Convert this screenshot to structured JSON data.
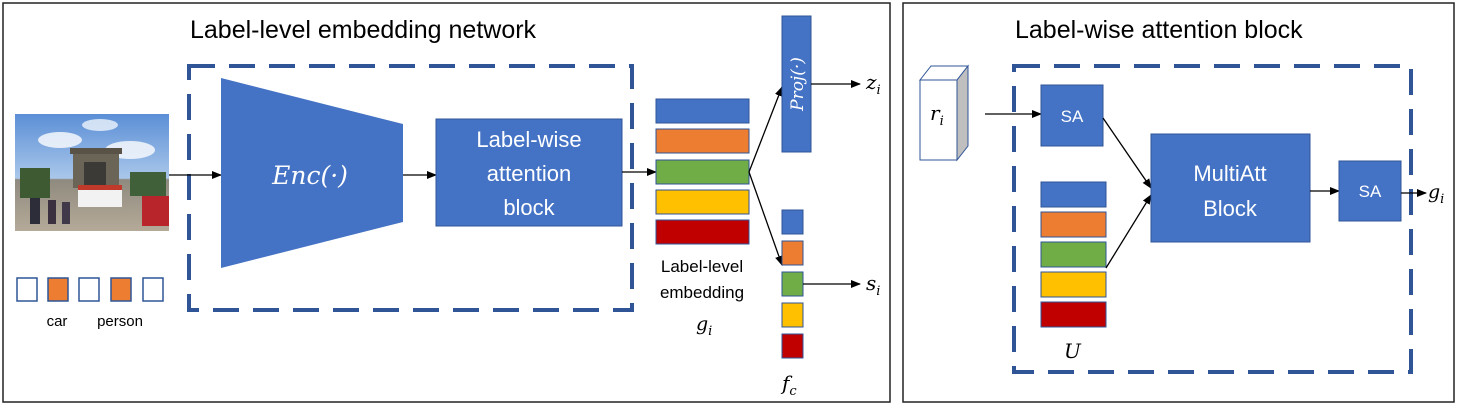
{
  "left_panel": {
    "title": "Label-level embedding network",
    "encoder_label": "Enc(·)",
    "attention_block_lines": [
      "Label-wise",
      "attention",
      "block"
    ],
    "proj_label": "Proj(·)",
    "output_z": "z",
    "output_z_sub": "i",
    "output_s": "s",
    "output_s_sub": "i",
    "embedding_caption_lines": [
      "Label-level",
      "embedding"
    ],
    "embedding_symbol": "g",
    "embedding_symbol_sub": "i",
    "classifier_symbol": "f",
    "classifier_symbol_sub": "c",
    "label_vector_names": [
      "car",
      "person"
    ],
    "label_vector_states": [
      false,
      true,
      false,
      true,
      false
    ]
  },
  "right_panel": {
    "title": "Label-wise attention block",
    "input_symbol": "r",
    "input_symbol_sub": "i",
    "sa_label": "SA",
    "multiatt_lines": [
      "MultiAtt",
      "Block"
    ],
    "u_symbol": "U",
    "output_symbol": "g",
    "output_symbol_sub": "i"
  },
  "colors": {
    "block_blue": "#4472C4",
    "dashed_border": "#2F5597",
    "stripe_colors": [
      "#4472C4",
      "#ED7D31",
      "#70AD47",
      "#FFC000",
      "#C00000"
    ],
    "checked_box": "#ED7D31",
    "unchecked_box_border": "#2F5597"
  },
  "image": {
    "description_icon": "street-scene-photo"
  }
}
